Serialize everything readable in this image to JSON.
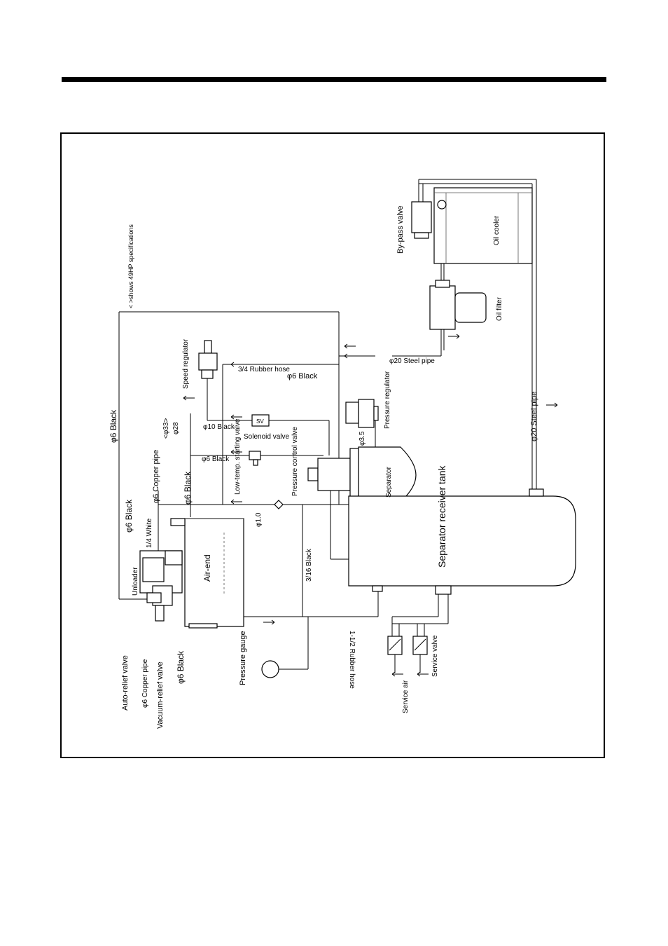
{
  "labels": {
    "note": "< >shows 49HP specifications",
    "bypass_valve": "By-pass valve",
    "oil_cooler": "Oil cooler",
    "oil_filter": "Oil filter",
    "speed_regulator": "Speed regulator",
    "phi6_black_top": "φ6 Black",
    "rubber_hose_34": "3/4 Rubber hose",
    "steel_pipe_20_top": "φ20 Steel pipe",
    "phi6_black_mid": "φ6 Black",
    "phi33": "<φ33>",
    "phi28": "φ28",
    "phi10_black": "φ10 Black",
    "solenoid_valve": "Solenoid valve",
    "sv": "SV",
    "phi35": "φ3.5",
    "pressure_regulator": "Pressure regulator",
    "phi6_copper_top": "φ6 Copper pipe",
    "phi6_black_diag": "φ6 Black",
    "low_temp_valve": "Low-temp. starting valve",
    "pressure_control_valve": "Pressure control valve",
    "separator": "Separator",
    "phi6_black_left": "φ6 Black",
    "phi6_black_center": "φ6 Black",
    "white_14": "1/4 White",
    "phi1": "φ1.0",
    "unloader": "Unloader",
    "air_end": "Air-end",
    "black_316": "3/16 Black",
    "separator_tank": "Separator receiver tank",
    "steel_pipe_20_right": "φ20 Steel pipe",
    "rubber_hose_112": "1-1/2 Rubber hose",
    "auto_relief": "Auto-relief valve",
    "copper_pipe_bottom": "φ6 Copper pipe",
    "vacuum_relief": "Vacuum-relief valve",
    "phi6_black_bottom": "φ6 Black",
    "pressure_gauge": "Pressure gauge",
    "service_air": "Service air",
    "service_valve": "Service valve"
  }
}
